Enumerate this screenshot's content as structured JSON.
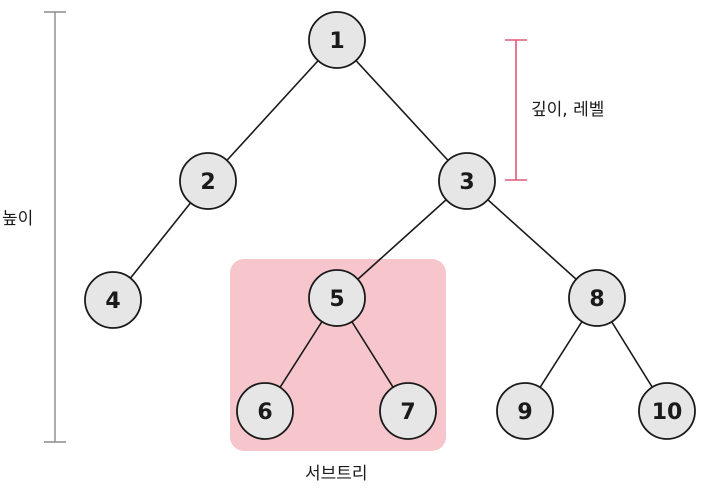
{
  "nodes": [
    {
      "id": "n1",
      "label": "1",
      "parent": null
    },
    {
      "id": "n2",
      "label": "2",
      "parent": "n1"
    },
    {
      "id": "n3",
      "label": "3",
      "parent": "n1"
    },
    {
      "id": "n4",
      "label": "4",
      "parent": "n2"
    },
    {
      "id": "n5",
      "label": "5",
      "parent": "n3"
    },
    {
      "id": "n8",
      "label": "8",
      "parent": "n3"
    },
    {
      "id": "n6",
      "label": "6",
      "parent": "n5"
    },
    {
      "id": "n7",
      "label": "7",
      "parent": "n5"
    },
    {
      "id": "n9",
      "label": "9",
      "parent": "n8"
    },
    {
      "id": "n10",
      "label": "10",
      "parent": "n8"
    }
  ],
  "annotations": {
    "height_label": "높이",
    "depth_level_label": "깊이, 레벨",
    "subtree_label": "서브트리"
  },
  "colors": {
    "node_fill": "#e6e6e6",
    "node_stroke": "#1a1a1a",
    "subtree_highlight": "#f6c6cc",
    "depth_bar": "#e0587a",
    "height_bar": "#8c8c8c"
  }
}
